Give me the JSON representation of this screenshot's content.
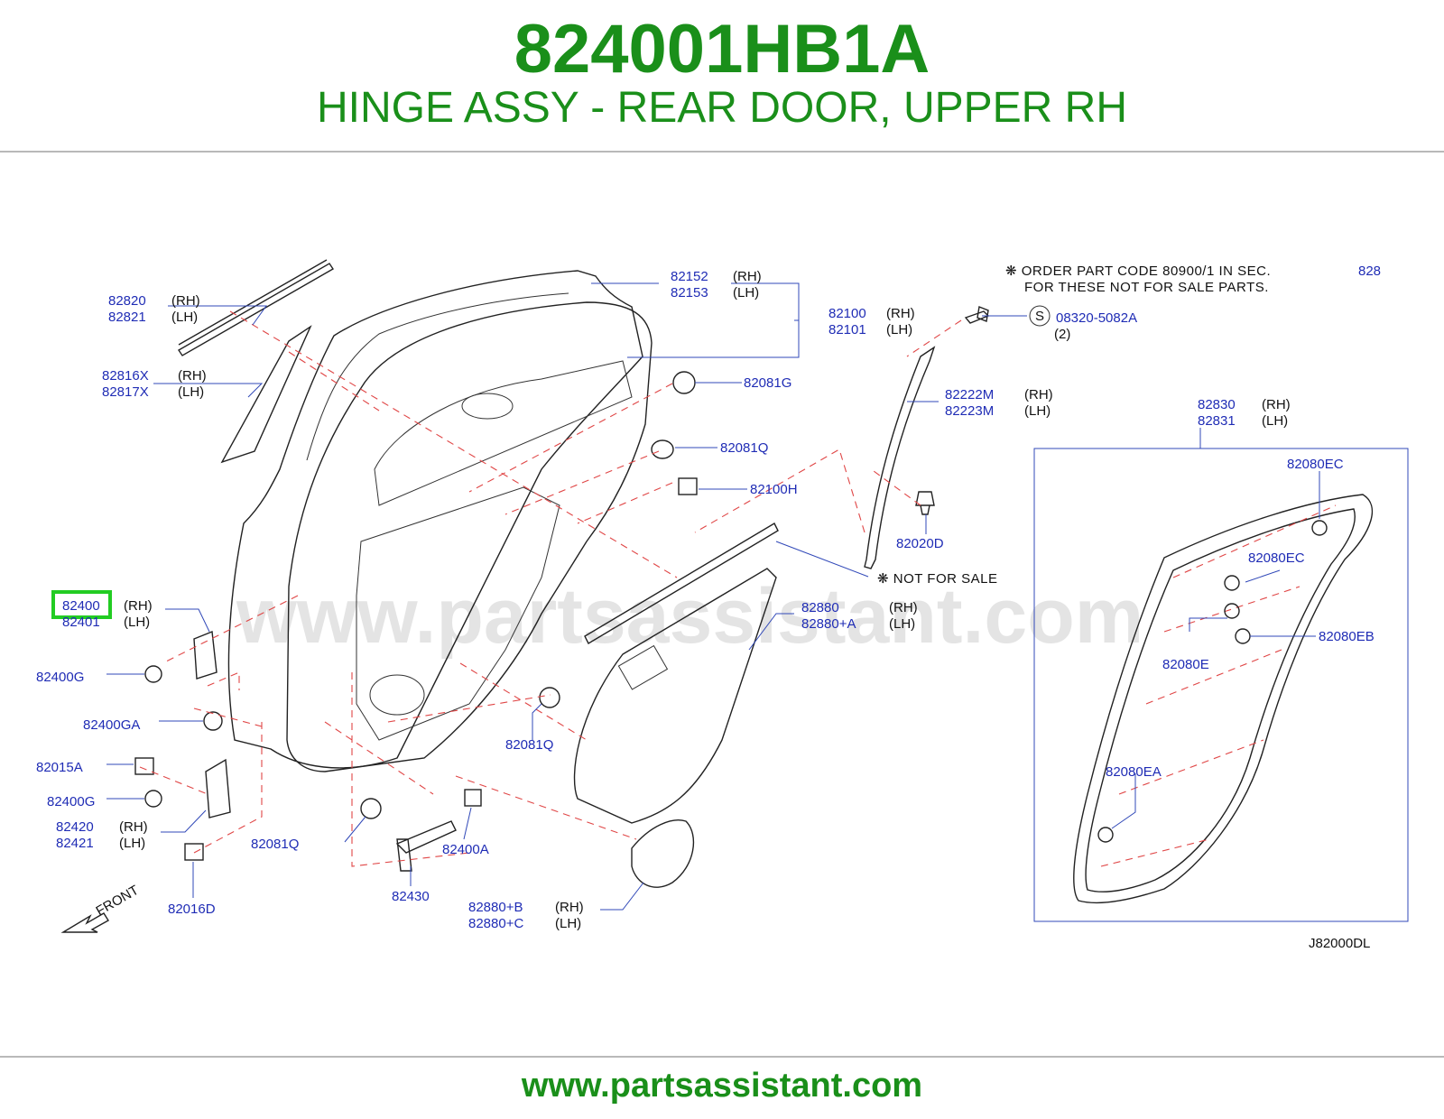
{
  "header": {
    "part_number": "824001HB1A",
    "description": "HINGE ASSY - REAR DOOR, UPPER RH"
  },
  "footer": {
    "url": "www.partsassistant.com"
  },
  "diagram": {
    "watermark": "www.partsassistant.com",
    "ref_code": "J82000DL",
    "front_label": "FRONT",
    "note_line1": "❋ ORDER PART CODE 80900/1 IN SEC.",
    "note_line2": "FOR THESE NOT FOR SALE PARTS.",
    "note_sec": "828",
    "not_for_sale": "❋ NOT FOR SALE",
    "screw_symbol": "S",
    "screw_code": "08320-5082A",
    "screw_qty": "(2)",
    "highlight_color": "#22cc22",
    "rh": "(RH)",
    "lh": "(LH)",
    "labels": {
      "p82820": "82820",
      "p82821": "82821",
      "p82816x": "82816X",
      "p82817x": "82817X",
      "p82152": "82152",
      "p82153": "82153",
      "p82100": "82100",
      "p82101": "82101",
      "p82081g": "82081G",
      "p82081q_a": "82081Q",
      "p82100h": "82100H",
      "p82222m": "82222M",
      "p82223m": "82223M",
      "p82020d": "82020D",
      "p82830": "82830",
      "p82831": "82831",
      "p82080ec_a": "82080EC",
      "p82080ec_b": "82080EC",
      "p82080e": "82080E",
      "p82080eb": "82080EB",
      "p82080ea": "82080EA",
      "p82400": "82400",
      "p82401": "82401",
      "p82400g_a": "82400G",
      "p82400ga": "82400GA",
      "p82015a": "82015A",
      "p82400g_b": "82400G",
      "p82420": "82420",
      "p82421": "82421",
      "p82016d": "82016D",
      "p82081q_b": "82081Q",
      "p82081q_c": "82081Q",
      "p82880": "82880",
      "p82880a": "82880+A",
      "p82400a": "82400A",
      "p82430": "82430",
      "p82880b": "82880+B",
      "p82880c": "82880+C"
    }
  }
}
